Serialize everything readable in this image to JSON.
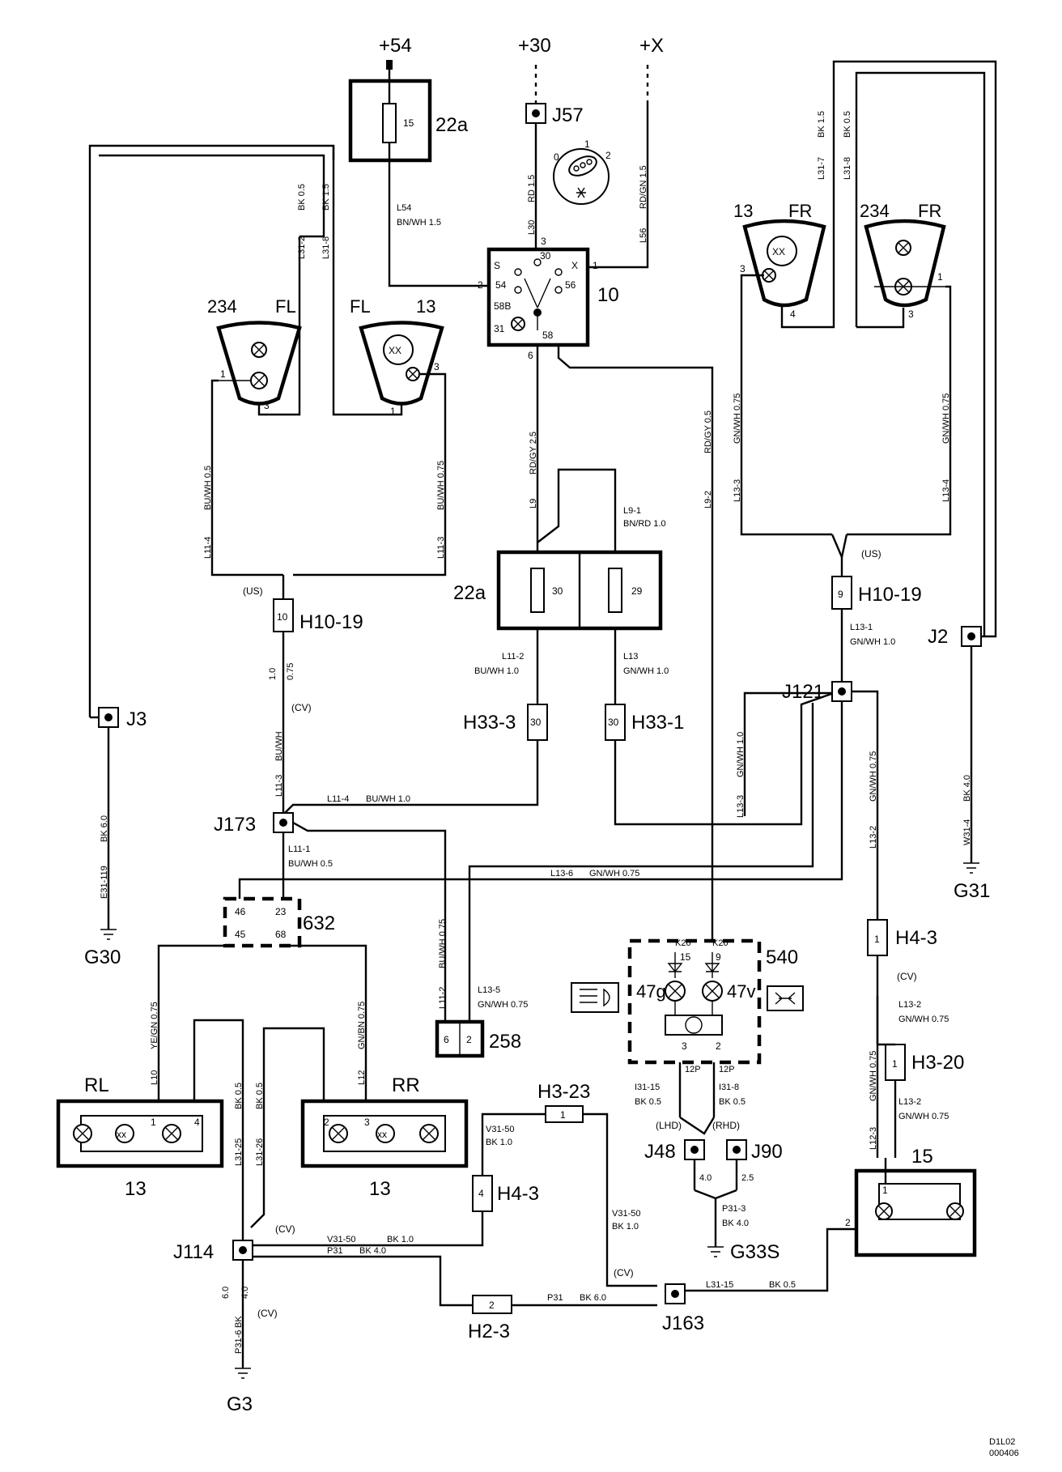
{
  "supplies": {
    "s54": "+54",
    "s30": "+30",
    "sx": "+X"
  },
  "components": {
    "fusebox_top": "22a",
    "fusebox_mid": "22a",
    "fuse15": "15",
    "fuse30": "30",
    "fuse29": "29",
    "switch": "10",
    "grounds": {
      "g30": "G30",
      "g31": "G31",
      "g3": "G3",
      "g33s": "G33S"
    },
    "lamp_fl_234": {
      "num": "234",
      "side": "FL"
    },
    "lamp_fl_13": {
      "num": "13",
      "side": "FL"
    },
    "lamp_fr_13": {
      "num": "13",
      "side": "FR"
    },
    "lamp_fr_234": {
      "num": "234",
      "side": "FR"
    },
    "rl": {
      "label": "RL",
      "num": "13"
    },
    "rr": {
      "label": "RR",
      "num": "13"
    },
    "module632": "632",
    "module258": "258",
    "module540": "540",
    "lamp15": "15",
    "indicator_47g": "47g",
    "indicator_47v": "47v"
  },
  "junctions": {
    "j57": "J57",
    "j3": "J3",
    "j2": "J2",
    "j121": "J121",
    "j173": "J173",
    "j114": "J114",
    "j163": "J163",
    "j48": "J48",
    "j90": "J90"
  },
  "connectors": {
    "h10_19_l": "H10-19",
    "h10_19_r": "H10-19",
    "h33_3": "H33-3",
    "h33_1": "H33-1",
    "h4_3_r": "H4-3",
    "h3_20": "H3-20",
    "h3_23": "H3-23",
    "h4_3_l": "H4-3",
    "h2_3": "H2-3",
    "us_l": "(US)",
    "us_r": "(US)",
    "cv": "(CV)",
    "lhd": "(LHD)",
    "rhd": "(RHD)"
  },
  "wires": {
    "l54": "L54",
    "l54_spec": "BN/WH   1.5",
    "l30": "L30",
    "l30_spec": "RD   1.5",
    "l56": "L56",
    "l56_spec": "RD/GN   1.5",
    "l31_2": "L31-2",
    "l31_2_spec": "BK   0.5",
    "l31_8": "L31-8",
    "l31_8_spec": "BK   1.5",
    "l31_7": "L31-7",
    "l31_7_spec": "BK   1.5",
    "l31_8r": "L31-8",
    "l31_8r_spec": "BK   0.5",
    "l11_4": "L11-4",
    "l11_4_spec": "BU/WH   0.5",
    "l11_3": "L11-3",
    "l11_3_spec": "BU/WH   0.75",
    "l9": "L9",
    "l9_spec": "RD/GY   2.5",
    "l9_1": "L9-1",
    "l9_1_spec": "BN/RD   1.0",
    "l9_2": "L9-2",
    "l9_2_spec": "RD/GY   0.5",
    "l13_3": "L13-3",
    "l13_3_spec": "GN/WH   0.75",
    "l13_4": "L13-4",
    "l13_4_spec": "GN/WH   0.75",
    "l13_1": "L13-1",
    "l13_1_spec": "GN/WH   1.0",
    "l11_2": "L11-2",
    "l11_2_spec": "BU/WH   1.0",
    "l13": "L13",
    "l13_spec": "GN/WH   1.0",
    "l11_3b": "L11-3",
    "l11_3b_spec": "BU/WH",
    "v10": "1.0",
    "v075": "0.75",
    "l11_4b": "L11-4",
    "l11_4b_spec": "BU/WH   1.0",
    "l11_1": "L11-1",
    "l11_1_spec": "BU/WH   0.5",
    "l13_6": "L13-6",
    "l13_6_spec": "GN/WH   0.75",
    "l13_3b": "L13-3",
    "l13_3b_spec": "GN/WH   1.0",
    "l13_2": "L13-2",
    "l13_2_spec": "GN/WH   0.75",
    "e31_119": "E31-119",
    "e31_119_spec": "BK   6.0",
    "w31_4": "W31-4",
    "w31_4_spec": "BK   4.0",
    "l11_2b": "L11-2",
    "l11_2b_spec": "BU/WH   0.75",
    "l13_5": "L13-5",
    "l13_5_spec": "GN/WH   0.75",
    "l10": "L10",
    "l10_spec": "YE/GN   0.75",
    "l12": "L12",
    "l12_spec": "GN/BN   0.75",
    "l31_25": "L31-25",
    "l31_25_spec": "BK   0.5",
    "l31_26": "L31-26",
    "l31_26_spec": "BK   0.5",
    "l13_2a": "L13-2",
    "l13_2a_spec": "GN/WH   0.75",
    "l13_2b": "L13-2",
    "l13_2b_spec": "GN/WH   0.75",
    "l12_3": "L12-3",
    "l12_3_spec": "GN/WH   0.75",
    "i31_15": "I31-15",
    "i31_15_spec": "BK   0.5",
    "i31_8": "I31-8",
    "i31_8_spec": "BK   0.5",
    "v31_50a": "V31-50",
    "v31_50a_spec": "BK   1.0",
    "v31_50b": "V31-50",
    "v31_50b_spec": "BK   1.0",
    "v31_50c": "V31-50",
    "v31_50c_spec": "BK   1.0",
    "p31": "P31",
    "p31_spec": "BK   4.0",
    "p31b": "P31",
    "p31b_spec": "BK   6.0",
    "p31_3": "P31-3",
    "p31_3_spec": "BK   4.0",
    "l31_15": "L31-15",
    "l31_15_spec": "BK   0.5",
    "p31_6": "P31-6",
    "p31_6_spec": "BK",
    "g3_60": "6.0",
    "g3_40": "4.0",
    "j48_40": "4.0",
    "j90_25": "2.5",
    "k20a": "K20",
    "k20b": "K20",
    "pin15": "15",
    "pin9": "9",
    "p12a": "12P",
    "p12b": "12P"
  },
  "switch_pins": {
    "s": "S",
    "p54": "54",
    "p30": "30",
    "x": "X",
    "p56": "56",
    "p58b": "58B",
    "p31": "31",
    "p58": "58",
    "n2": "2",
    "n1": "1",
    "n3": "3",
    "n6": "6",
    "d0": "0",
    "d1": "1",
    "d2": "2"
  },
  "footer": {
    "code": "D1L02",
    "date": "000406"
  }
}
